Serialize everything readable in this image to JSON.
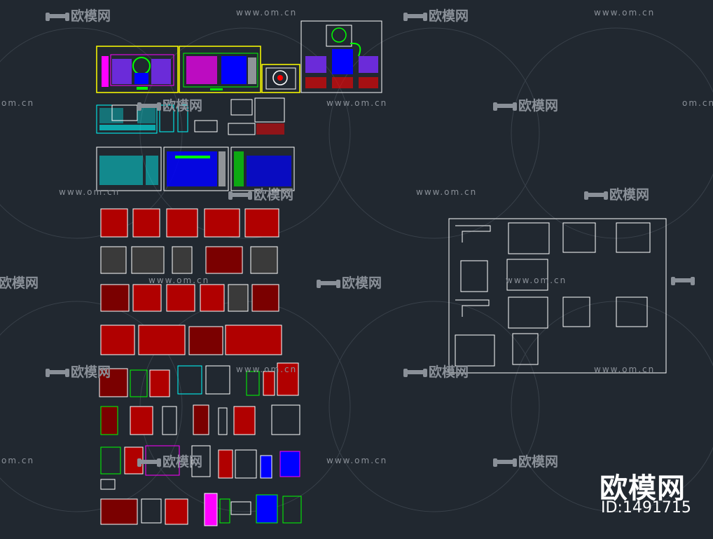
{
  "watermark": {
    "brand": "欧模网",
    "site": "www.om.cn",
    "site_partial": "om.cn"
  },
  "corner": {
    "logo": "欧模网",
    "id": "ID:1491715"
  },
  "colors": {
    "background": "#212830",
    "white": "#ffffff",
    "yellow": "#ffff00",
    "cyan": "#00ffff",
    "red": "#ff0000",
    "green": "#00ff00",
    "magenta": "#ff00ff",
    "blue": "#0000ff"
  }
}
